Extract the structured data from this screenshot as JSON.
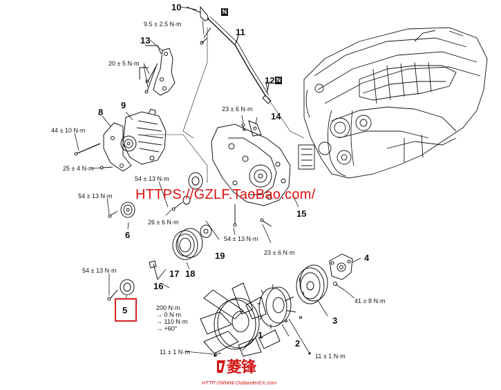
{
  "torques": {
    "t10": "9.5 ± 2.5 N·m",
    "t13": "20 ± 5 N·m",
    "t14": "23 ± 6 N·m",
    "t8a": "44 ± 10 N·m",
    "t8b": "25 ± 4 N·m",
    "t9": "54 ± 13 N·m",
    "t6": "54 ± 13 N·m",
    "t6b": "26 ± 6 N·m",
    "t19": "54 ± 13 N·m",
    "t15": "23 ± 6 N·m",
    "t5": "54 ± 13 N·m",
    "t4": "41 ± 8 N·m",
    "t16": [
      "200 N·m",
      "→ 0 N·m",
      "→ 110 N·m",
      "→ +60°"
    ],
    "t2": "11 ± 1 N·m",
    "t3": "11 ± 1 N·m"
  },
  "callouts": {
    "c1": "1",
    "c2": "2",
    "c3": "3",
    "c4": "4",
    "c5": "5",
    "c6": "6",
    "c8": "8",
    "c9": "9",
    "c10": "10",
    "c11": "11",
    "c12": "12",
    "c13": "13",
    "c14": "14",
    "c15": "15",
    "c16": "16",
    "c17": "17",
    "c18": "18",
    "c19": "19"
  },
  "n_badge": "N",
  "watermark": "HTTPS://GZLF.TaoBao.com/",
  "logo": {
    "chars": "菱锋",
    "url": "HTTP://WWW.OutlanderEX.com"
  },
  "colors": {
    "watermark": "#e01010",
    "highlight": "#d42020",
    "line": "#111111"
  }
}
